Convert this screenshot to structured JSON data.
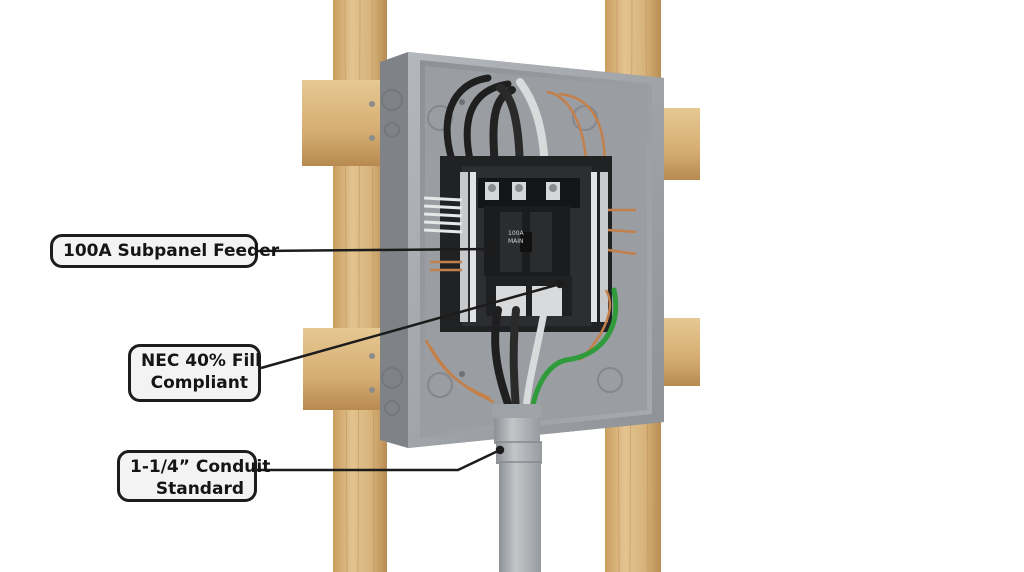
{
  "callouts": {
    "feeder": "100A Subpanel Feeder",
    "fill_line1": "NEC 40% Fill",
    "fill_line2": "Compliant",
    "conduit_line1": "1-1/4” Conduit",
    "conduit_line2": "Standard"
  },
  "breaker": {
    "line1": "100A",
    "line2": "MAIN"
  },
  "colors": {
    "wood": "#d9b57e",
    "enclosure": "#9a9ea3",
    "conduit": "#a8acb0",
    "ground_wire": "#2f9b3a",
    "copper": "#c4804a"
  }
}
